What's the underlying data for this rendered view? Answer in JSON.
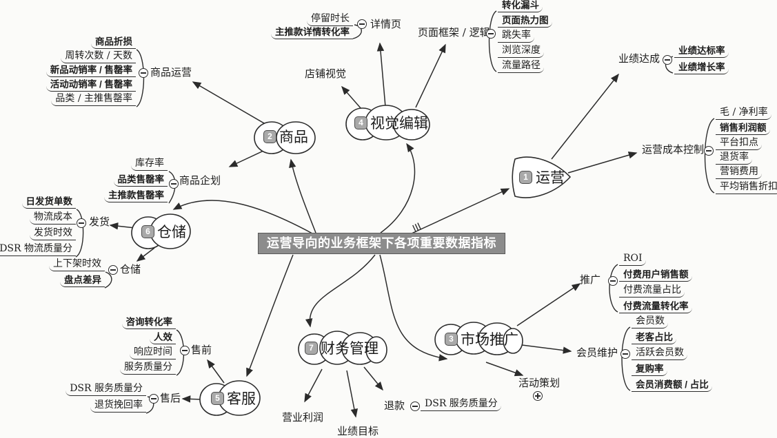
{
  "central": {
    "title": "运营导向的业务框架下各项重要数据指标",
    "bg_color": "#8c8c8c",
    "text_color": "#ffffff"
  },
  "nodes": [
    {
      "num": "1",
      "label": "运营"
    },
    {
      "num": "2",
      "label": "商品"
    },
    {
      "num": "3",
      "label": "市场推广"
    },
    {
      "num": "4",
      "label": "视觉编辑"
    },
    {
      "num": "5",
      "label": "客服"
    },
    {
      "num": "6",
      "label": "仓储"
    },
    {
      "num": "7",
      "label": "财务管理"
    }
  ],
  "groups": [
    {
      "label": "商品运营",
      "items": [
        "商品折损",
        "周转次数 / 天数",
        "新品动销率 / 售罄率",
        "活动动销率 / 售罄率",
        "品类 / 主推售罄率"
      ]
    },
    {
      "label": "商品企划",
      "items": [
        "库存率",
        "品类售罄率",
        "主推款售罄率"
      ]
    },
    {
      "label": "发货",
      "items": [
        "日发货单数",
        "物流成本",
        "发货时效",
        "DSR 物流质量分"
      ]
    },
    {
      "label": "仓储",
      "items": [
        "上下架时效",
        "盘点差异"
      ]
    },
    {
      "label": "售前",
      "items": [
        "咨询转化率",
        "人效",
        "响应时间",
        "服务质量分"
      ]
    },
    {
      "label": "售后",
      "items": [
        "DSR 服务质量分",
        "退货挽回率"
      ]
    },
    {
      "label": "详情页",
      "items": [
        "停留时长",
        "主推款详情转化率"
      ]
    },
    {
      "label": "页面框架 / 逻辑",
      "items": [
        "转化漏斗",
        "页面热力图",
        "跳失率",
        "浏览深度",
        "流量路径"
      ]
    },
    {
      "label": "业绩达成",
      "items": [
        "业绩达标率",
        "业绩增长率"
      ]
    },
    {
      "label": "运营成本控制",
      "items": [
        "毛 / 净利率",
        "销售利润额",
        "平台扣点",
        "退货率",
        "营销费用",
        "平均销售折扣"
      ]
    },
    {
      "label": "推广",
      "items": [
        "ROI",
        "付费用户销售额",
        "付费流量占比",
        "付费流量转化率"
      ]
    },
    {
      "label": "会员维护",
      "items": [
        "会员数",
        "老客占比",
        "活跃会员数",
        "复购率",
        "会员消费额 / 占比"
      ]
    },
    {
      "label": "退款",
      "items": [
        "DSR 服务质量分"
      ]
    }
  ],
  "floating_labels": {
    "shop_visual": "店铺视觉",
    "operating_profit": "营业利润",
    "performance_target": "业绩目标",
    "campaign_planning": "活动策划"
  },
  "icons": {
    "collapse": "minus-circle",
    "expand": "plus-circle"
  },
  "line_color": "#2b2b2b"
}
